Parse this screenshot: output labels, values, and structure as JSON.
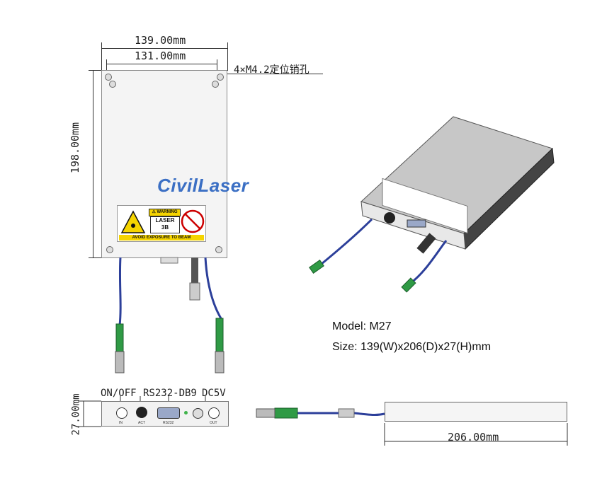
{
  "dimensions": {
    "width_outer": "139.00mm",
    "width_inner": "131.00mm",
    "holes_note": "4×M4.2定位销孔",
    "height": "198.00mm",
    "depth_label": "27.00mm",
    "length_label": "206.00mm"
  },
  "brand": "CivilLaser",
  "label": {
    "warning": "⚠ WARNING",
    "laser_line1": "LASER",
    "laser_line2": "3B",
    "avoid": "AVOID EXPOSURE TO BEAM"
  },
  "front_panel": {
    "onoff": "ON/OFF",
    "rs232": "RS232-DB9",
    "dc5v": "DC5V",
    "in": "IN",
    "act": "ACT",
    "rs232_small": "RS232",
    "out": "OUT"
  },
  "info": {
    "model": "Model: M27",
    "size": "Size: 139(W)x206(D)x27(H)mm"
  },
  "colors": {
    "brand": "#3b6fc4",
    "fiber": "#2c3f9a",
    "connector": "#2f9a45",
    "warning": "#f5d400"
  }
}
